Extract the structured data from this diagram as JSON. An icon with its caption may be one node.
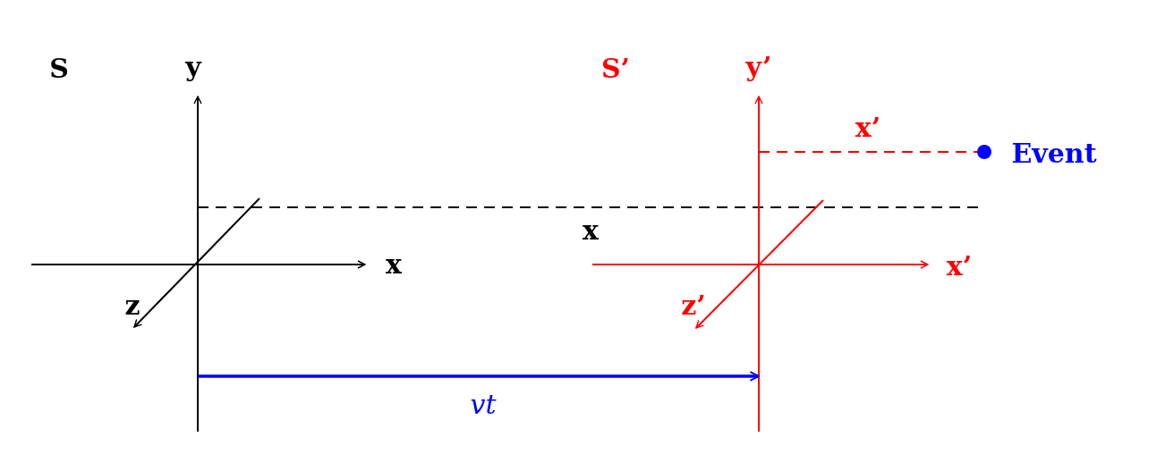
{
  "diagram": {
    "labels": [
      "S",
      "y",
      "S’",
      "y’",
      "x’",
      "Event",
      "x",
      "x",
      "x’",
      "z",
      "z’",
      "vt"
    ]
  }
}
